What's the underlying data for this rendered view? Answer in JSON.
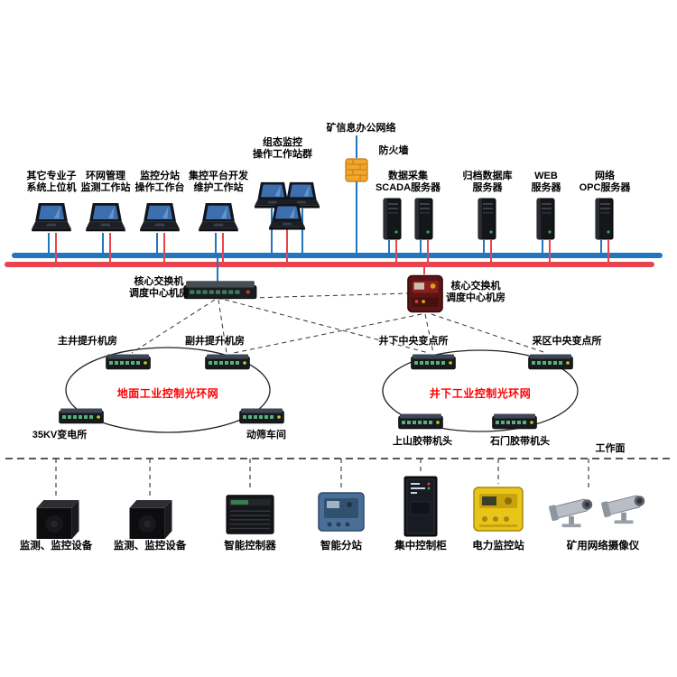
{
  "header": {
    "office_network": "矿信息办公网络",
    "firewall": "防火墙",
    "workstation_group": "组态监控\n操作工作站群"
  },
  "workstations": [
    {
      "label": "其它专业子\n系统上位机"
    },
    {
      "label": "环网管理\n监测工作站"
    },
    {
      "label": "监控分站\n操作工作台"
    },
    {
      "label": "集控平台开发\n维护工作站"
    }
  ],
  "servers": [
    {
      "label": "数据采集\nSCADA服务器"
    },
    {
      "label": "归档数据库\n服务器"
    },
    {
      "label": "WEB\n服务器"
    },
    {
      "label": "网络\nOPC服务器"
    }
  ],
  "switches": {
    "left_label": "核心交换机\n调度中心机房",
    "right_label": "核心交换机\n调度中心机房"
  },
  "surface_ring": {
    "title": "地面工业控制光环网",
    "nodes": [
      {
        "label": "主井提升机房"
      },
      {
        "label": "副井提升机房"
      },
      {
        "label": "35KV变电所"
      },
      {
        "label": "动筛车间"
      }
    ]
  },
  "underground_ring": {
    "title": "井下工业控制光环网",
    "nodes": [
      {
        "label": "井下中央变点所"
      },
      {
        "label": "采区中央变点所"
      },
      {
        "label": "上山胶带机头"
      },
      {
        "label": "石门胶带机头"
      }
    ]
  },
  "working_face": "工作面",
  "bottom_devices": [
    {
      "label": "监测、监控设备"
    },
    {
      "label": "监测、监控设备"
    },
    {
      "label": "智能控制器"
    },
    {
      "label": "智能分站"
    },
    {
      "label": "集中控制柜"
    },
    {
      "label": "电力监控站"
    },
    {
      "label": "矿用网络摄像仪"
    }
  ],
  "colors": {
    "office_bus": "#2176bf",
    "control_bus": "#e74450",
    "ring_title": "#fe0000",
    "firewall": "#f5a42c",
    "power_station": "#e9c419"
  },
  "icons": [
    "laptop-icon",
    "server-tower-icon",
    "firewall-icon",
    "rack-switch-icon",
    "mine-switch-icon",
    "ring-node-switch-icon",
    "monitor-cube-icon",
    "controller-icon",
    "substation-icon",
    "cabinet-icon",
    "power-box-icon",
    "camera-icon"
  ]
}
